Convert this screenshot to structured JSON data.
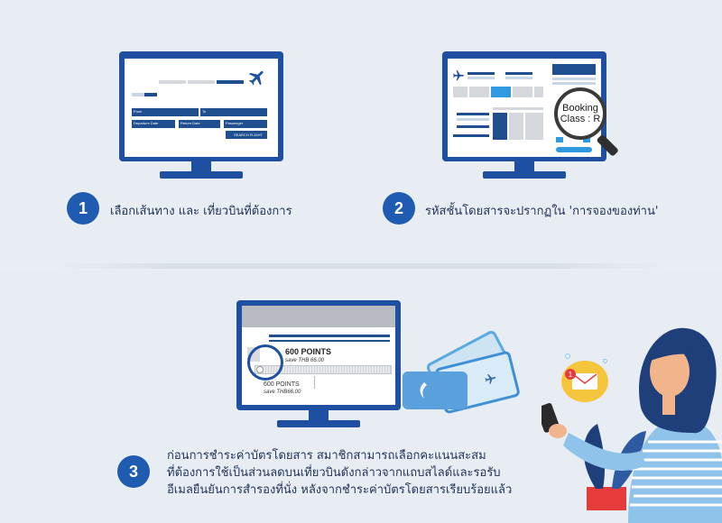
{
  "steps": [
    {
      "number": "1",
      "text": "เลือกเส้นทาง และ เที่ยวบินที่ต้องการ"
    },
    {
      "number": "2",
      "text": "รหัสชั้นโดยสารจะปรากฏใน 'การจองของท่าน'"
    },
    {
      "number": "3",
      "lines": [
        "ก่อนการชำระค่าบัตรโดยสาร สมาชิกสามารถเลือกคะแนนสะสม",
        "ที่ต้องการใช้เป็นส่วนลดบนเที่ยวบินดังกล่าวจากแถบสไลด์และรอรับ",
        "อีเมลยืนยันการสำรองที่นั่ง หลังจากชำระค่าบัตรโดยสารเรียบร้อยแล้ว"
      ]
    }
  ],
  "booking_form": {
    "field_from": "From",
    "field_to": "To",
    "field_departure": "Departure Date",
    "field_return": "Return Date",
    "field_passenger": "Passenger",
    "search_button": "SEARCH FLIGHT"
  },
  "magnifier": {
    "line1": "Booking",
    "line2": "Class : R"
  },
  "points_screen": {
    "title": "600 POINTS",
    "sub": "save THB 66.00",
    "title2": "600 POINTS",
    "sub2": "save THB66.00"
  },
  "notification_count": "1",
  "colors": {
    "brand_blue": "#1f4fa1",
    "accent_blue": "#2f9ae0",
    "badge_blue": "#1f5bb0"
  }
}
